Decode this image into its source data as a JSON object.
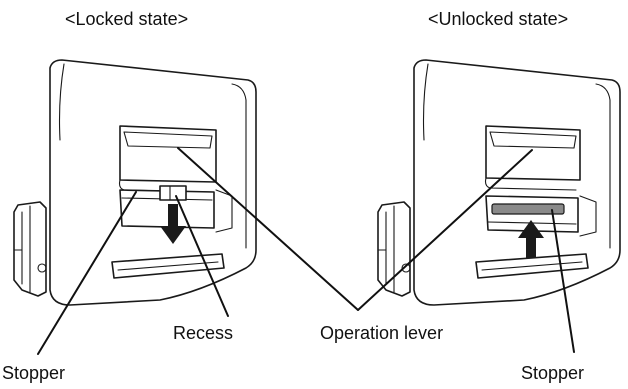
{
  "titles": {
    "locked": "<Locked state>",
    "unlocked": "<Unlocked state>"
  },
  "labels": {
    "recess": "Recess",
    "operation_lever": "Operation lever",
    "stopper_left": "Stopper",
    "stopper_right": "Stopper"
  },
  "arrows": {
    "locked_direction": "down",
    "unlocked_direction": "up"
  },
  "colors": {
    "line": "#1a1a1a",
    "arrow_fill": "#1a1a1a",
    "stopper_bar": "#8a8a8a",
    "background": "#ffffff"
  }
}
